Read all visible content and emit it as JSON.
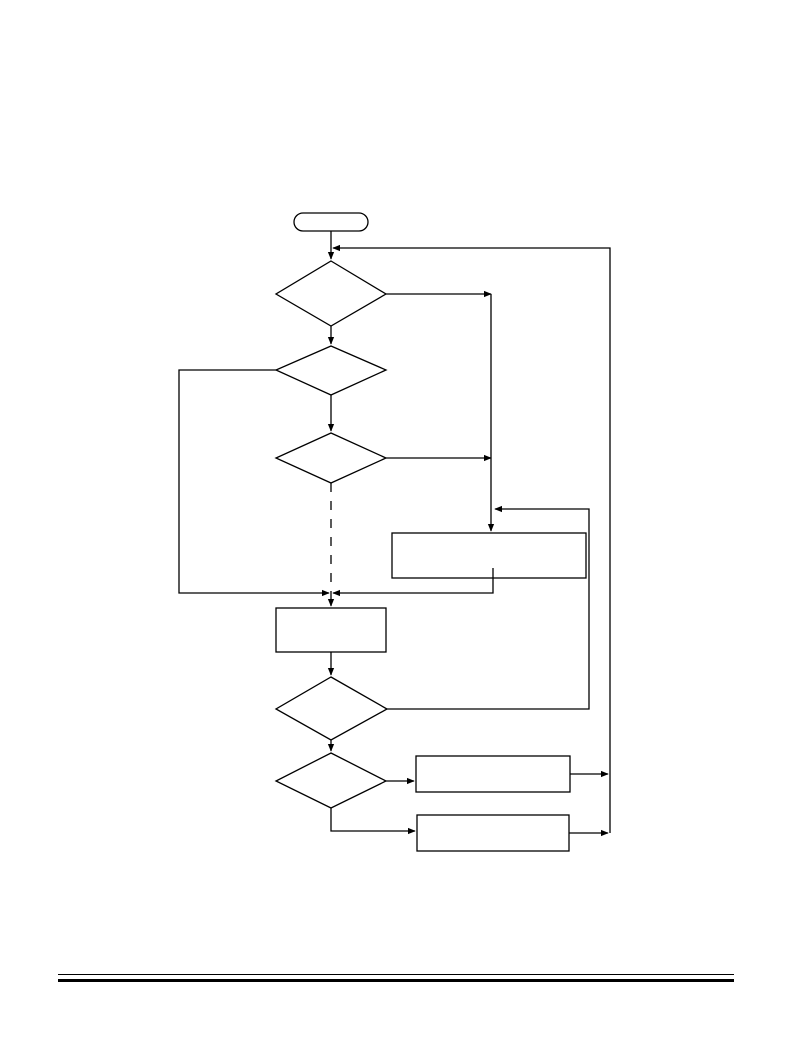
{
  "diagram": {
    "type": "flowchart",
    "line_color": "#000000",
    "background": "#ffffff",
    "nodes": [
      {
        "id": "start",
        "shape": "terminator",
        "label": ""
      },
      {
        "id": "decision-1",
        "shape": "diamond",
        "label": ""
      },
      {
        "id": "decision-2",
        "shape": "diamond",
        "label": ""
      },
      {
        "id": "decision-3",
        "shape": "diamond",
        "label": ""
      },
      {
        "id": "process-right",
        "shape": "rectangle",
        "label": ""
      },
      {
        "id": "process-center",
        "shape": "rectangle",
        "label": ""
      },
      {
        "id": "decision-4",
        "shape": "diamond",
        "label": ""
      },
      {
        "id": "decision-5",
        "shape": "diamond",
        "label": ""
      },
      {
        "id": "process-bottom-1",
        "shape": "rectangle",
        "label": ""
      },
      {
        "id": "process-bottom-2",
        "shape": "rectangle",
        "label": ""
      }
    ],
    "edges": [
      {
        "from": "start",
        "to": "decision-1",
        "style": "solid"
      },
      {
        "from": "decision-1",
        "to": "decision-2",
        "style": "solid"
      },
      {
        "from": "decision-1",
        "to": "process-right",
        "style": "solid"
      },
      {
        "from": "decision-2",
        "to": "decision-3",
        "style": "solid"
      },
      {
        "from": "decision-2",
        "to": "process-center",
        "style": "solid"
      },
      {
        "from": "decision-3",
        "to": "process-right",
        "style": "solid"
      },
      {
        "from": "decision-3",
        "to": "process-center",
        "style": "dashed"
      },
      {
        "from": "process-right",
        "to": "process-center",
        "style": "solid"
      },
      {
        "from": "process-center",
        "to": "decision-4",
        "style": "solid"
      },
      {
        "from": "decision-4",
        "to": "process-right",
        "style": "solid"
      },
      {
        "from": "decision-4",
        "to": "decision-5",
        "style": "solid"
      },
      {
        "from": "decision-5",
        "to": "process-bottom-1",
        "style": "solid"
      },
      {
        "from": "decision-5",
        "to": "process-bottom-2",
        "style": "solid"
      },
      {
        "from": "process-bottom-1",
        "to": "decision-1",
        "style": "solid"
      },
      {
        "from": "process-bottom-2",
        "to": "decision-1",
        "style": "solid"
      }
    ]
  }
}
